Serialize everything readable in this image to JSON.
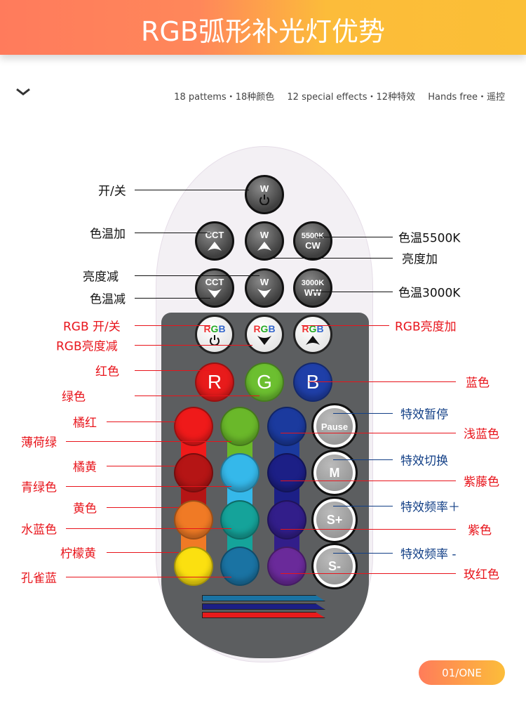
{
  "header": {
    "title": "RGB弧形补光灯优势"
  },
  "features": [
    "18 pattems・18种颜色",
    "12 special effects・12种特效",
    "Hands free・遥控"
  ],
  "icons": {
    "chevron": "chevron-down-icon",
    "power": "power-icon",
    "arrow_up": "arrow-up-icon",
    "arrow_down": "arrow-down-icon"
  },
  "colors": {
    "label_black": "#111111",
    "label_red": "#e8141b",
    "label_blue": "#123f86",
    "panel": "#5c5e60"
  },
  "buttons": {
    "white_power": {
      "top": "W"
    },
    "cct_up": {
      "top": "CCT"
    },
    "w_up": {
      "top": "W"
    },
    "cw": {
      "top": "5500K",
      "bottom": "CW"
    },
    "cct_down": {
      "top": "CCT"
    },
    "w_down": {
      "top": "W"
    },
    "ww": {
      "top": "3000K",
      "bottom": "WW"
    },
    "rgb_power": {
      "top": "RGB"
    },
    "rgb_down": {
      "top": "RGB"
    },
    "rgb_up": {
      "top": "RGB"
    },
    "r": {
      "label": "R",
      "color": "#e81b1b"
    },
    "g": {
      "label": "G",
      "color": "#6cbf30"
    },
    "b": {
      "label": "B",
      "color": "#1f3fa8"
    },
    "grid_colors": [
      [
        "#ef1a1a",
        "#b51515",
        "#f07a25",
        "#fbe010"
      ],
      [
        "#6ab82a",
        "#35b8ea",
        "#15a39a",
        "#1a73a3"
      ],
      [
        "#1b3a9e",
        "#1c1f86",
        "#321e8a",
        "#6a2a9a"
      ]
    ],
    "fx": [
      "Pause",
      "M",
      "S+",
      "S-"
    ]
  },
  "labels_left": [
    {
      "text": "开/关",
      "tone": "black"
    },
    {
      "text": "色温加",
      "tone": "black"
    },
    {
      "text": "亮度减",
      "tone": "black"
    },
    {
      "text": "色温减",
      "tone": "black"
    },
    {
      "text": "RGB 开/关",
      "tone": "red"
    },
    {
      "text": "RGB亮度减",
      "tone": "red"
    },
    {
      "text": "红色",
      "tone": "red"
    },
    {
      "text": "绿色",
      "tone": "red"
    },
    {
      "text": "橘红",
      "tone": "red"
    },
    {
      "text": "薄荷绿",
      "tone": "red"
    },
    {
      "text": "橘黄",
      "tone": "red"
    },
    {
      "text": "青绿色",
      "tone": "red"
    },
    {
      "text": "黄色",
      "tone": "red"
    },
    {
      "text": "水蓝色",
      "tone": "red"
    },
    {
      "text": "柠檬黄",
      "tone": "red"
    },
    {
      "text": "孔雀蓝",
      "tone": "red"
    }
  ],
  "labels_right": [
    {
      "text": "色温5500K",
      "tone": "black"
    },
    {
      "text": "亮度加",
      "tone": "black"
    },
    {
      "text": "色温3000K",
      "tone": "black"
    },
    {
      "text": "RGB亮度加",
      "tone": "red"
    },
    {
      "text": "蓝色",
      "tone": "red"
    },
    {
      "text": "特效暂停",
      "tone": "blue"
    },
    {
      "text": "浅蓝色",
      "tone": "red"
    },
    {
      "text": "特效切换",
      "tone": "blue"
    },
    {
      "text": "紫藤色",
      "tone": "red"
    },
    {
      "text": "特效频率＋",
      "tone": "blue"
    },
    {
      "text": "紫色",
      "tone": "red"
    },
    {
      "text": "特效频率 -",
      "tone": "blue"
    },
    {
      "text": "玫红色",
      "tone": "red"
    }
  ],
  "badge": "01/ONE"
}
